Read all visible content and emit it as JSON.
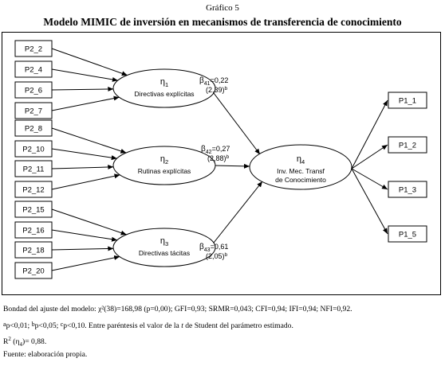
{
  "figure": {
    "label": "Gráfico 5",
    "title": "Modelo MIMIC de inversión en mecanismos de transferencia de conocimiento"
  },
  "indicators": [
    "P2_2",
    "P2_4",
    "P2_6",
    "P2_7",
    "P2_8",
    "P2_10",
    "P2_11",
    "P2_12",
    "P2_15",
    "P2_16",
    "P2_18",
    "P2_20"
  ],
  "latents": [
    {
      "symbol": "η",
      "sub": "1",
      "lines": [
        "Directivas explícitas"
      ]
    },
    {
      "symbol": "η",
      "sub": "2",
      "lines": [
        "Rutinas explícitas"
      ]
    },
    {
      "symbol": "η",
      "sub": "3",
      "lines": [
        "Directivas tácitas"
      ]
    }
  ],
  "outcome": {
    "symbol": "η",
    "sub": "4",
    "lines": [
      "Inv. Mec. Transf",
      "de Conocimiento"
    ]
  },
  "paths": [
    {
      "symbol": "β",
      "sub": "41",
      "value": "=0,22",
      "t": "(2,39)",
      "sig": "b"
    },
    {
      "symbol": "β",
      "sub": "42",
      "value": "=0,27",
      "t": "(2,88)",
      "sig": "b"
    },
    {
      "symbol": "β",
      "sub": "43",
      "value": "=0,61",
      "t": "(2,05)",
      "sig": "b"
    }
  ],
  "outputs": [
    "P1_1",
    "P1_2",
    "P1_3",
    "P1_5"
  ],
  "notes": {
    "fit": "Bondad del ajuste del modelo: χ²(38)=168,98 (p=0,00); GFI=0,93; SRMR=0,043; CFI=0,94; IFI=0,94; NFI=0,92.",
    "sig_a": "a",
    "sig_a_text": "p<0,01; ",
    "sig_b": "b",
    "sig_b_text": "p<0,05; ",
    "sig_c": "c",
    "sig_c_text": "p<0,10. Entre paréntesis el valor de la ",
    "t_symbol": "t",
    "sig_tail": " de Student del parámetro estimado.",
    "r2_prefix": "R",
    "r2_exp": "2",
    "r2_open": " (η",
    "r2_sub": "4",
    "r2_value": ")= 0,88.",
    "source": "Fuente: elaboración propia."
  }
}
